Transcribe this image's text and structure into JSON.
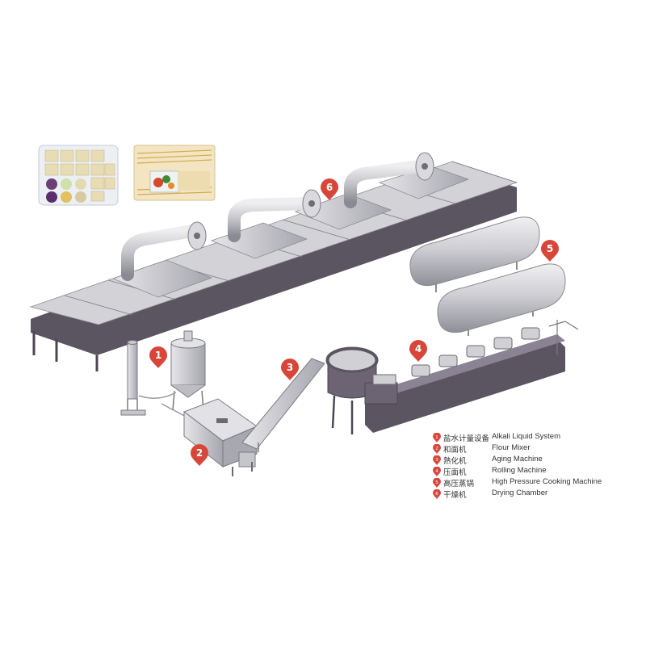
{
  "colors": {
    "machine_dark": "#5b5461",
    "machine_mid": "#807889",
    "steel_light": "#d6d6da",
    "steel_mid": "#b4b4ba",
    "steel_dark": "#8a8a92",
    "marker_red": "#d8463a"
  },
  "markers": [
    {
      "num": "1"
    },
    {
      "num": "2"
    },
    {
      "num": "3"
    },
    {
      "num": "4"
    },
    {
      "num": "5"
    },
    {
      "num": "6"
    }
  ],
  "legend": [
    {
      "num": "1",
      "cn": "盐水计量设备",
      "en": "Alkali  Liquid  System"
    },
    {
      "num": "2",
      "cn": "和面机",
      "en": "Flour Mixer"
    },
    {
      "num": "3",
      "cn": "熟化机",
      "en": "Aging Machine"
    },
    {
      "num": "4",
      "cn": "压面机",
      "en": "Rolling Machine"
    },
    {
      "num": "5",
      "cn": "高压蒸锅",
      "en": "High Pressure Cooking  Machine"
    },
    {
      "num": "6",
      "cn": "干燥机",
      "en": "Drying Chamber"
    }
  ]
}
